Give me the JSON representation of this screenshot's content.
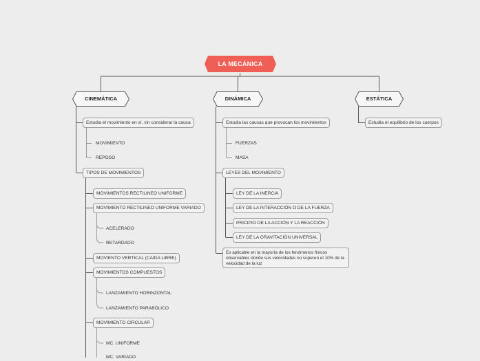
{
  "colors": {
    "root": "#f05f55",
    "line": "#555555",
    "box_border": "#9a9a9a",
    "background": "#ededed"
  },
  "root": {
    "label": "LA MECÁNICA"
  },
  "branches": {
    "cinematica": {
      "label": "CINEMÁTICA",
      "def": "Estudia el movimiento en sí, sin considerar la causa",
      "def_items": [
        "MOVIMIENTO",
        "REPOSO"
      ],
      "tipos": "TIPOS DE MOVIMIENTOS",
      "mru": "MOVIMIENTOS RECTILINEO UNIFORME",
      "mruv": "MOVIMIENTO RECTILINEO UNIFORME VARIADO",
      "mruv_items": [
        "ACELERADO",
        "RETARDADO"
      ],
      "vertical": "MOVIENTO VERTICAL (CAIDA LIBRE)",
      "compuestos": "MOVIMIENTOS COMPUESTOS",
      "compuestos_items": [
        "LANZAMIENTO HORINZONTAL",
        "LANZAMIENTO PARABÓLICO"
      ],
      "circular": "MOVIMIENTO CIRCULAR",
      "circular_items": [
        "MC. UNIFORME",
        "MC. VARIADO"
      ]
    },
    "dinamica": {
      "label": "DINÁMICA",
      "def": "Estudia las causas que provocan los movimientos",
      "def_items": [
        "FUERZAS",
        "MASA"
      ],
      "leyes": "LEYES DEL MOVIMIENTO",
      "leyes_items": [
        "LEY DE LA INERCIA",
        "LEY DE LA INTERACCIÓN O DE LA FUERZA",
        "PRICIPIO DE LA ACCIÓN Y LA REACCIÓN",
        "LEY DE LA GRAVITACIÓN UNIVERSAL"
      ],
      "note": "Es aplicable en la mayoría de los fenómenos físicos observables donde sus velocidades no superen el 10% de la velocidad de la luz"
    },
    "estatica": {
      "label": "ESTÁTICA",
      "def": "Estudia el equilibrio de los cuerpos"
    }
  }
}
